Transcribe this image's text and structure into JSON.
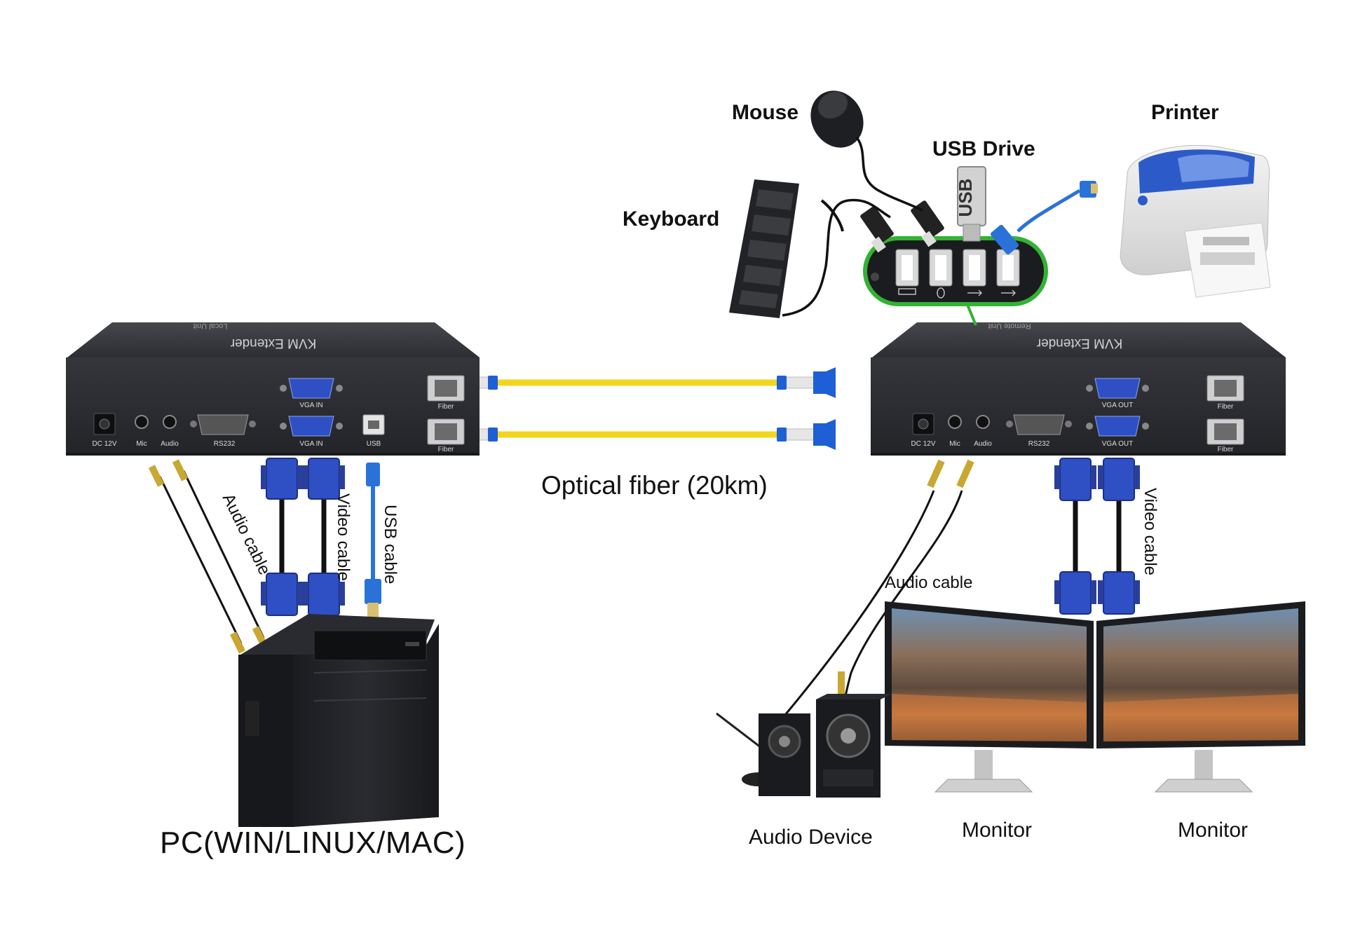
{
  "devices": {
    "mouse": "Mouse",
    "keyboard": "Keyboard",
    "usb_drive": "USB Drive",
    "usb_stick_text": "USB",
    "printer": "Printer",
    "pc": "PC(WIN/LINUX/MAC)",
    "audio_device": "Audio Device",
    "monitor_left": "Monitor",
    "monitor_right": "Monitor"
  },
  "fiber_label": "Optical fiber (20km)",
  "cables": {
    "audio_left": "Audio cable",
    "video_left": "Video cable",
    "usb_left": "USB cable",
    "audio_right": "Audio cable",
    "video_right": "Video cable"
  },
  "local_unit": {
    "top_title": "KVM Extender",
    "top_sub": "Local Unit",
    "ports": {
      "dc": "DC 12V",
      "mic": "Mic",
      "audio": "Audio",
      "rs232": "RS232",
      "vga_in_top": "VGA IN",
      "vga_in_bottom": "VGA IN",
      "usb": "USB",
      "fiber_top": "Fiber",
      "fiber_bottom": "Fiber"
    }
  },
  "remote_unit": {
    "top_title": "KVM Extender",
    "top_sub": "Remote Unit",
    "ports": {
      "dc": "DC 12V",
      "mic": "Mic",
      "audio": "Audio",
      "rs232": "RS232",
      "vga_out_top": "VGA OUT",
      "vga_out_bottom": "VGA OUT",
      "fiber_top": "Fiber",
      "fiber_bottom": "Fiber"
    }
  },
  "colors": {
    "unit_body": "#2b2d32",
    "unit_top": "#3a3c42",
    "vga_blue": "#2f4fc4",
    "fiber_yellow": "#f2d51e",
    "fiber_connector": "#1e5fd6",
    "usb_hub_outline": "#33b233",
    "usb_cable_blue": "#2a72d8"
  }
}
